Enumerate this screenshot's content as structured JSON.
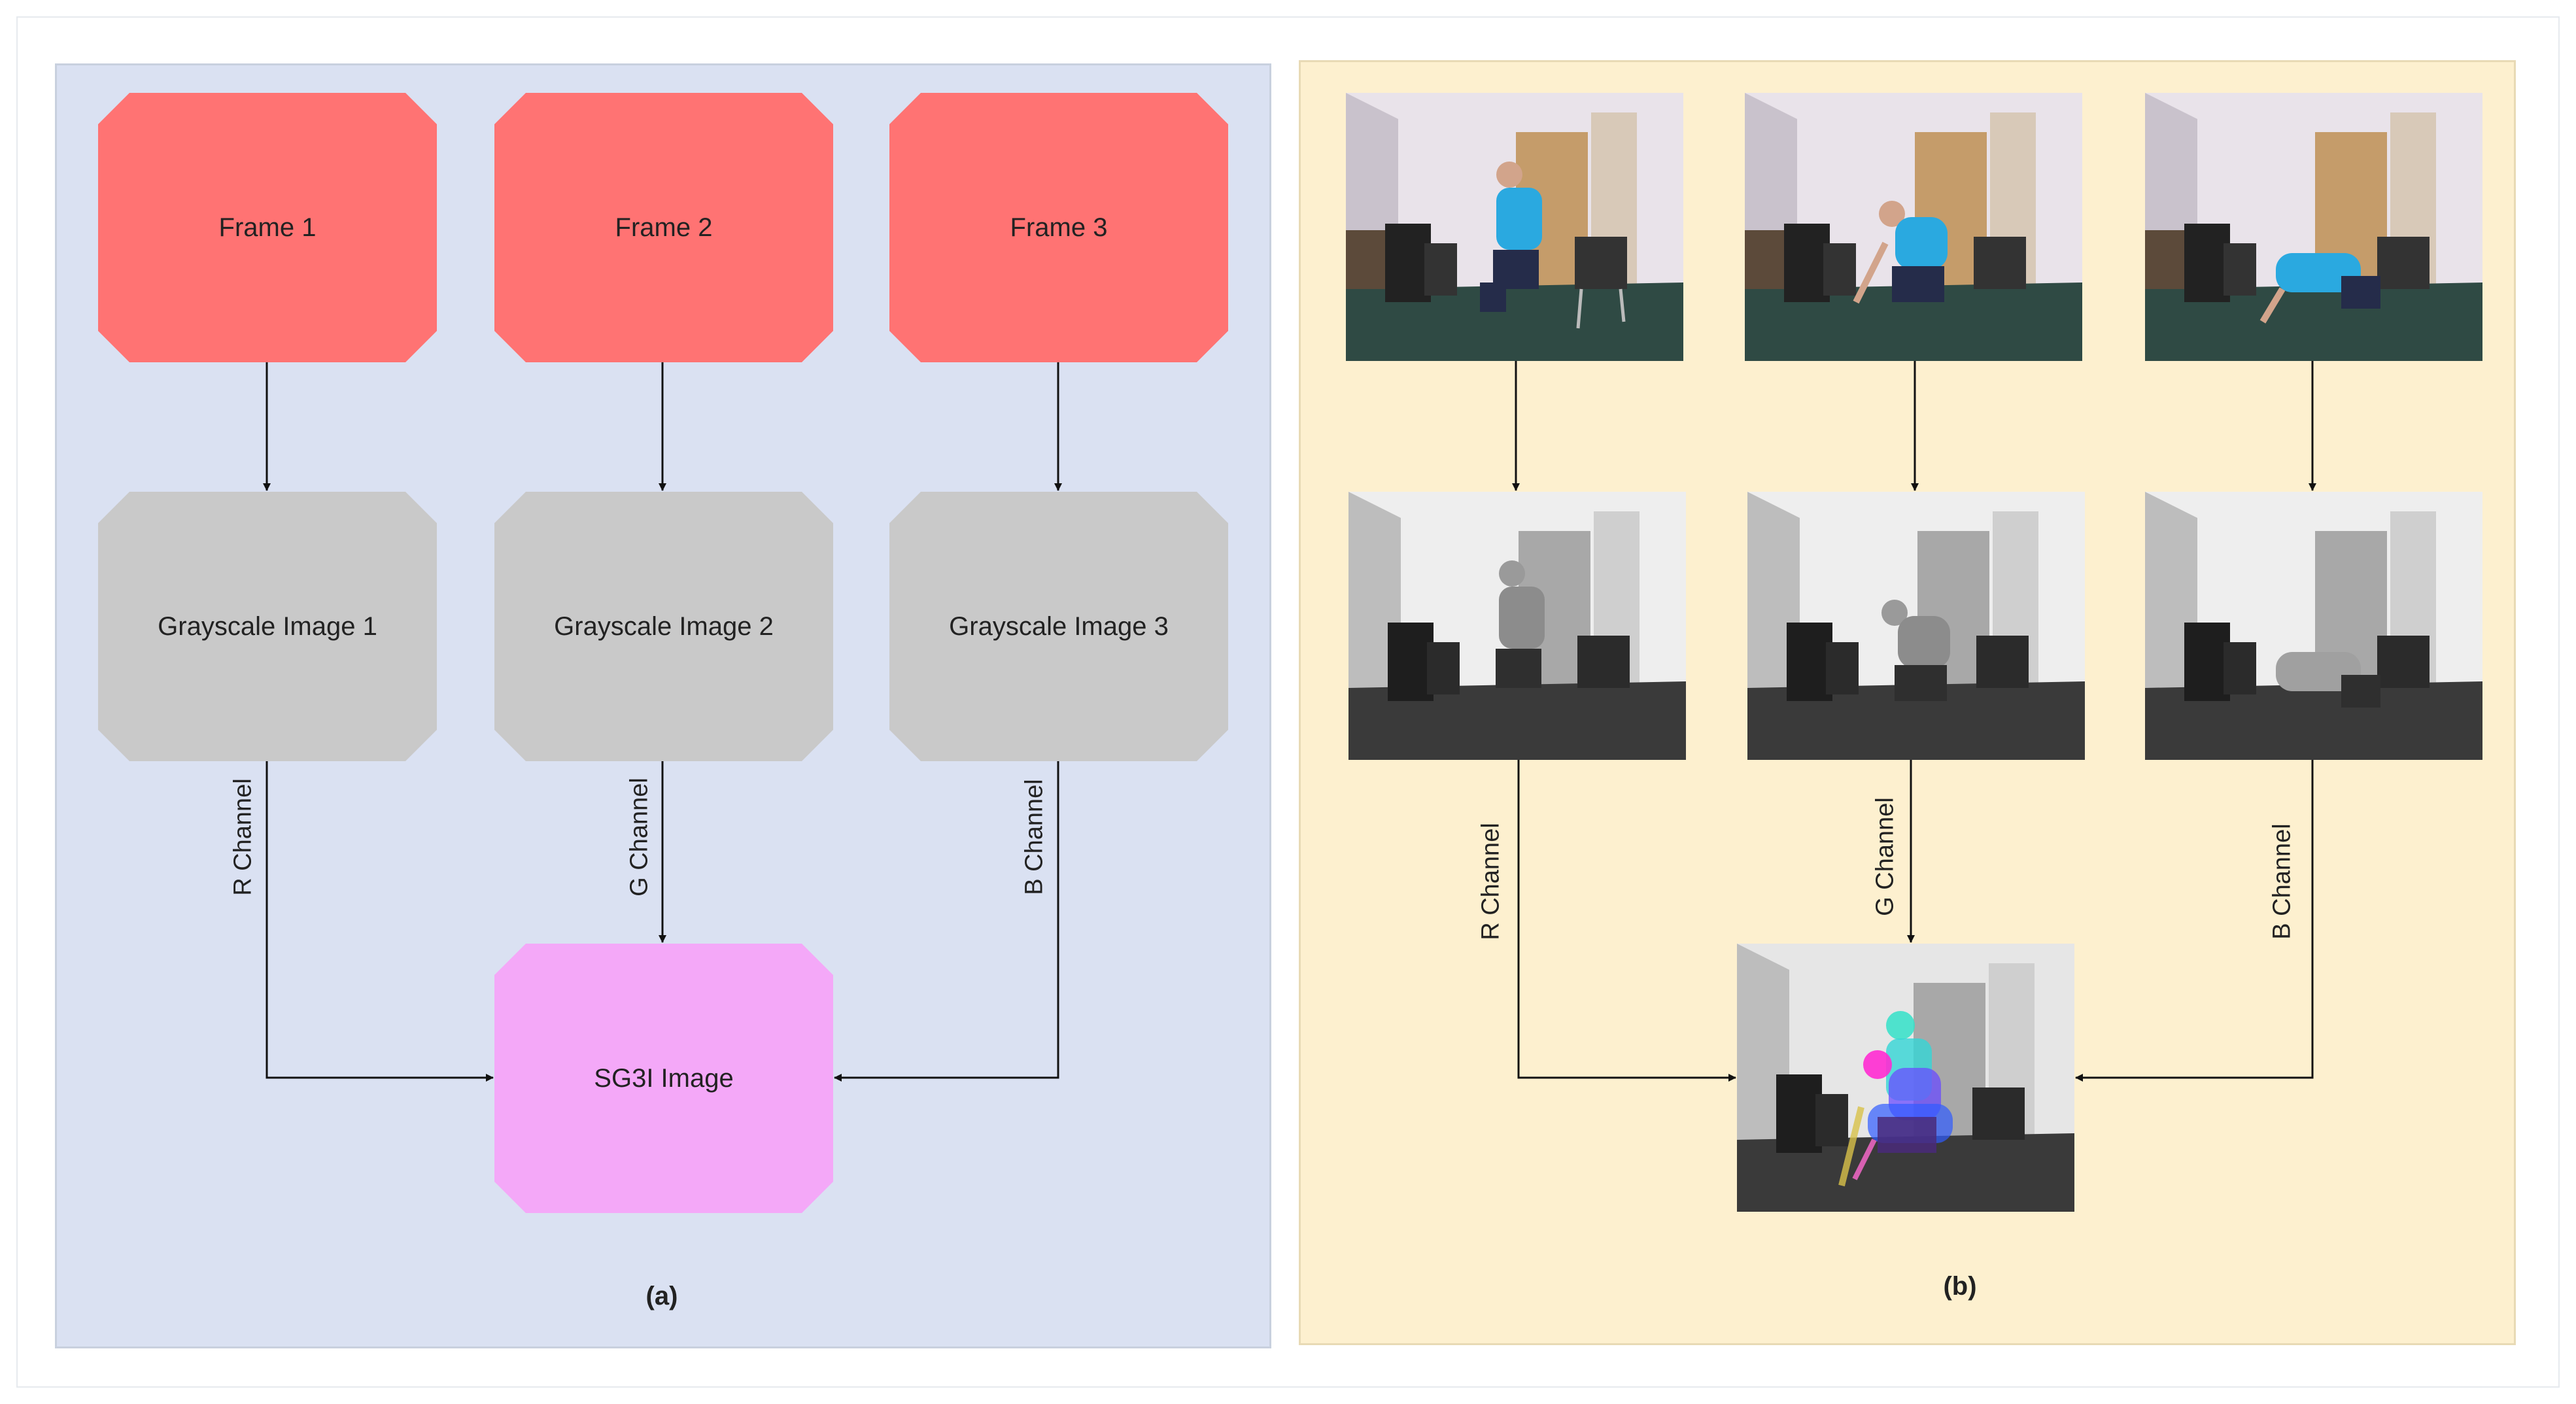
{
  "panel_a": {
    "frames": [
      "Frame 1",
      "Frame 2",
      "Frame 3"
    ],
    "grayscale": [
      "Grayscale Image 1",
      "Grayscale Image 2",
      "Grayscale Image 3"
    ],
    "channels": [
      "R Channel",
      "G Channel",
      "B Channel"
    ],
    "output": "SG3I Image",
    "caption": "(a)"
  },
  "panel_b": {
    "channels": [
      "R Channel",
      "G Channel",
      "B Channel"
    ],
    "caption": "(b)"
  },
  "colors": {
    "panel_a_bg": "#dae1f2",
    "panel_b_bg": "#fdf0cf",
    "frame_node": "#ff7373",
    "grayscale_node": "#c9c9c9",
    "output_node": "#f4a8f8",
    "person_shirt": "#2aa9e0"
  }
}
